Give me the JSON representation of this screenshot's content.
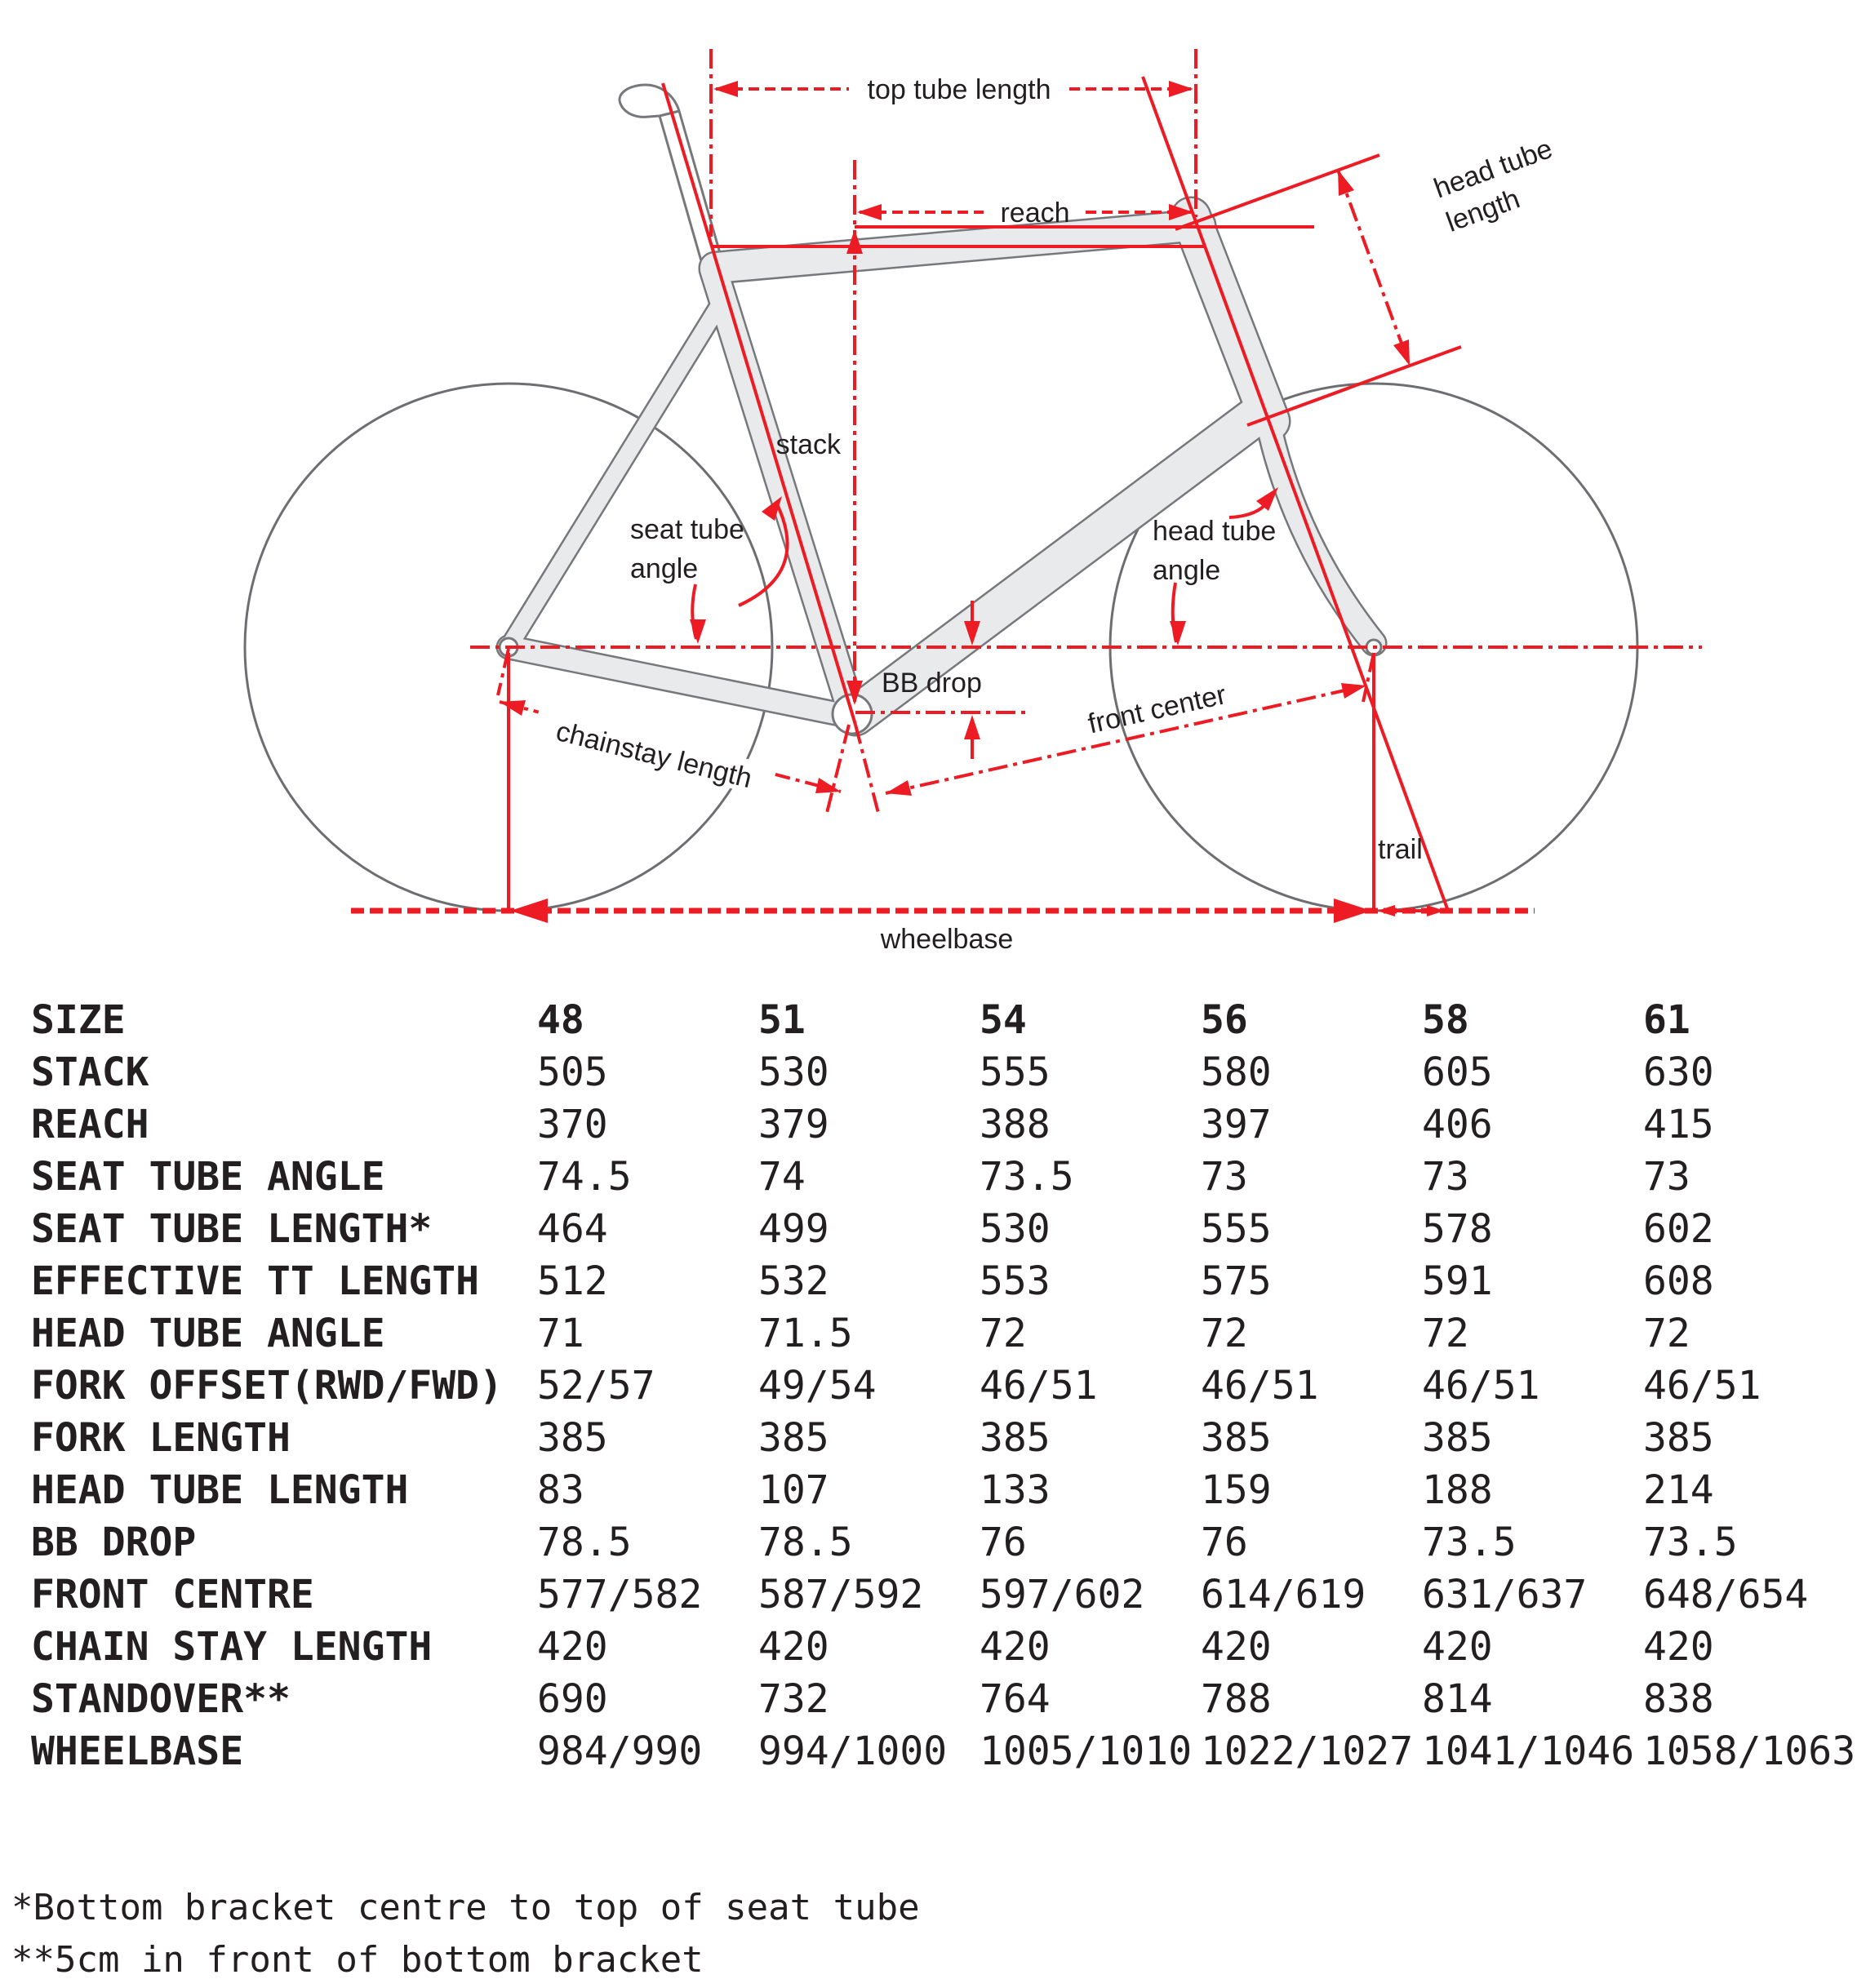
{
  "diagram": {
    "labels": {
      "top_tube_length": "top tube length",
      "reach": "reach",
      "stack": "stack",
      "head_tube_length": [
        "head tube",
        "length"
      ],
      "seat_tube_angle": [
        "seat tube",
        "angle"
      ],
      "head_tube_angle": [
        "head tube",
        "angle"
      ],
      "bb_drop": "BB drop",
      "chainstay_length": "chainstay length",
      "front_center": "front center",
      "trail": "trail",
      "wheelbase": "wheelbase"
    },
    "colors": {
      "dimension_red": "#ed1c24",
      "frame_fill": "#e9eaeb",
      "frame_outline": "#77787b",
      "wheel_outline": "#6d6e71",
      "text": "#231f20"
    }
  },
  "table": {
    "header": {
      "label": "SIZE",
      "values": [
        "48",
        "51",
        "54",
        "56",
        "58",
        "61"
      ]
    },
    "rows": [
      {
        "label": "STACK",
        "values": [
          "505",
          "530",
          "555",
          "580",
          "605",
          "630"
        ]
      },
      {
        "label": "REACH",
        "values": [
          "370",
          "379",
          "388",
          "397",
          "406",
          "415"
        ]
      },
      {
        "label": "SEAT TUBE ANGLE",
        "values": [
          "74.5",
          "74",
          "73.5",
          "73",
          "73",
          "73"
        ]
      },
      {
        "label": "SEAT TUBE LENGTH*",
        "values": [
          "464",
          "499",
          "530",
          "555",
          "578",
          "602"
        ]
      },
      {
        "label": "EFFECTIVE TT LENGTH",
        "values": [
          "512",
          "532",
          "553",
          "575",
          "591",
          "608"
        ]
      },
      {
        "label": "HEAD TUBE ANGLE",
        "values": [
          "71",
          "71.5",
          "72",
          "72",
          "72",
          "72"
        ]
      },
      {
        "label": "FORK OFFSET(RWD/FWD)",
        "values": [
          "52/57",
          "49/54",
          "46/51",
          "46/51",
          "46/51",
          "46/51"
        ]
      },
      {
        "label": "FORK LENGTH",
        "values": [
          "385",
          "385",
          "385",
          "385",
          "385",
          "385"
        ]
      },
      {
        "label": "HEAD TUBE LENGTH",
        "values": [
          "83",
          "107",
          "133",
          "159",
          "188",
          "214"
        ]
      },
      {
        "label": "BB DROP",
        "values": [
          "78.5",
          "78.5",
          "76",
          "76",
          "73.5",
          "73.5"
        ]
      },
      {
        "label": "FRONT CENTRE",
        "values": [
          "577/582",
          "587/592",
          "597/602",
          "614/619",
          "631/637",
          "648/654"
        ]
      },
      {
        "label": "CHAIN STAY LENGTH",
        "values": [
          "420",
          "420",
          "420",
          "420",
          "420",
          "420"
        ]
      },
      {
        "label": "STANDOVER**",
        "values": [
          "690",
          "732",
          "764",
          "788",
          "814",
          "838"
        ]
      },
      {
        "label": "WHEELBASE",
        "values": [
          "984/990",
          "994/1000",
          "1005/1010",
          "1022/1027",
          "1041/1046",
          "1058/1063"
        ]
      }
    ],
    "footnotes": [
      "*Bottom bracket centre to top of seat tube",
      "**5cm in front of bottom bracket"
    ]
  }
}
